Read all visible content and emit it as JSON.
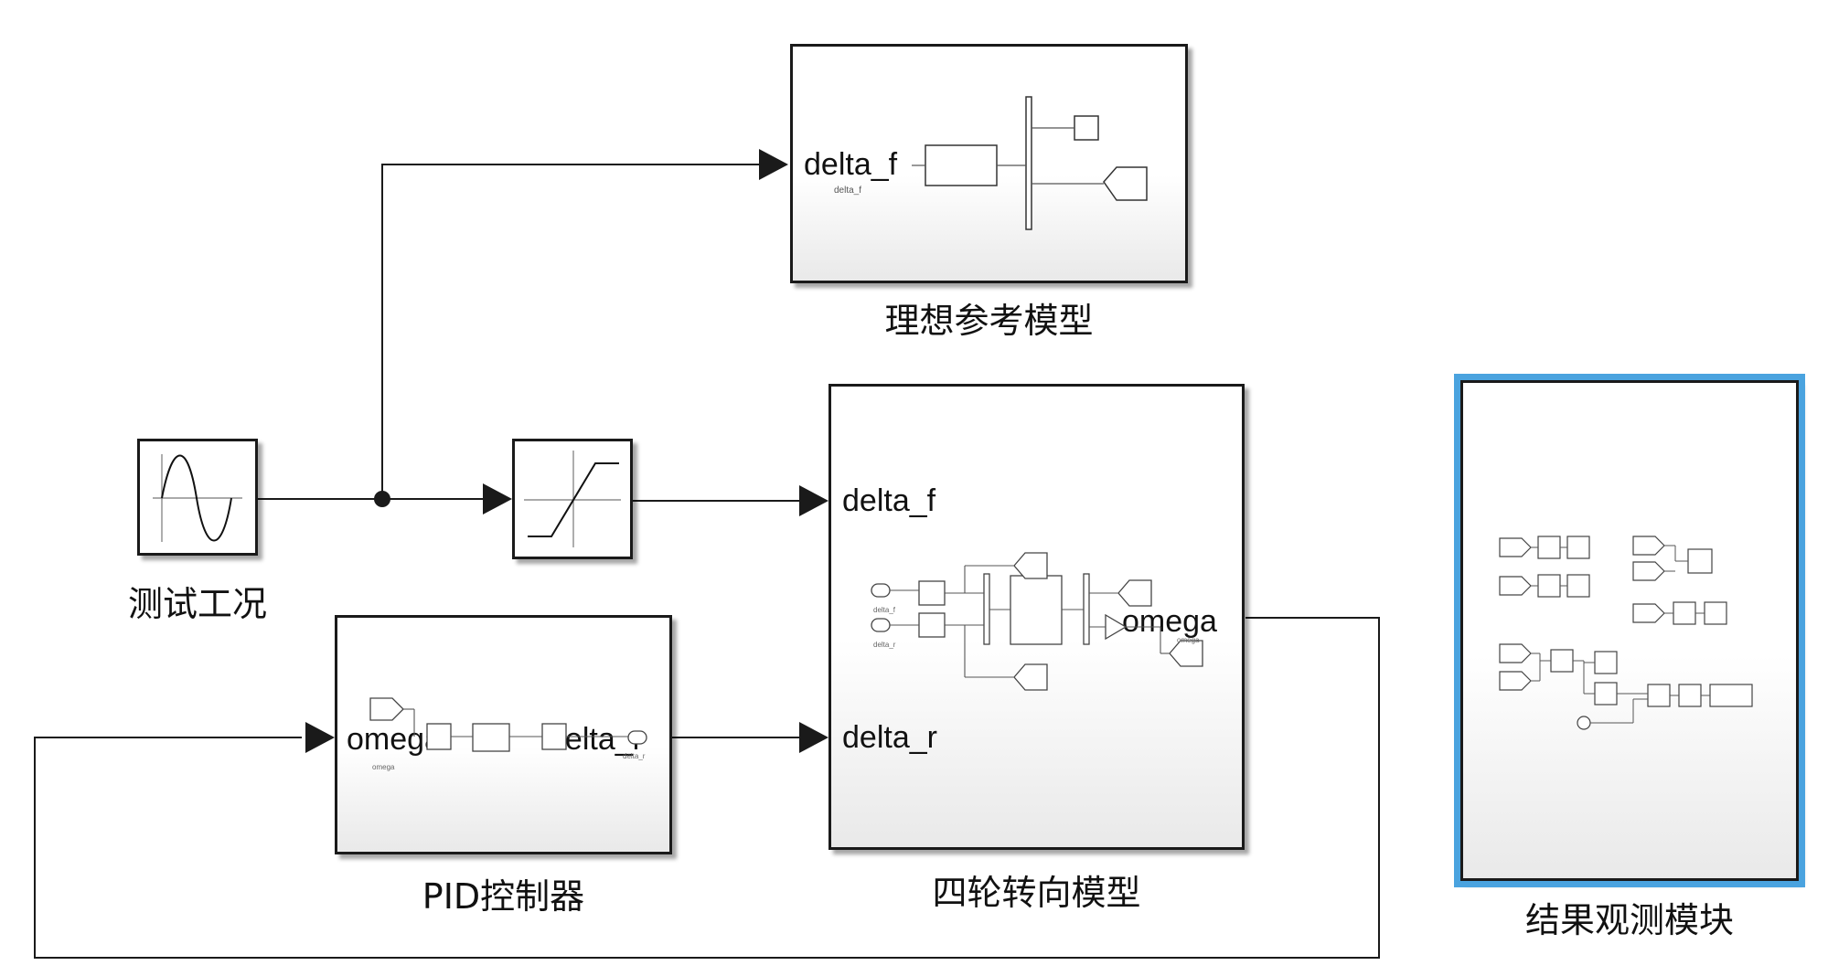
{
  "blocks": {
    "ideal_model": {
      "caption": "理想参考模型",
      "ports": {
        "in": "delta_f"
      },
      "inner_labels": [
        "delta_f"
      ]
    },
    "sine_source": {
      "caption": "测试工况"
    },
    "saturation": {
      "caption": ""
    },
    "four_wheel_model": {
      "caption": "四轮转向模型",
      "ports": {
        "in1": "delta_f",
        "in2": "delta_r",
        "out": "omega"
      },
      "inner_labels": [
        "delta_f",
        "delta_r",
        "omega"
      ]
    },
    "pid_controller": {
      "caption": "PID控制器",
      "ports": {
        "in": "omega",
        "out": "delta_r"
      },
      "inner_labels": [
        "omega",
        "delta_r"
      ]
    },
    "observer": {
      "caption": "结果观测模块"
    }
  },
  "colors": {
    "selection": "#4aa3df",
    "line": "#1a1a1a"
  }
}
